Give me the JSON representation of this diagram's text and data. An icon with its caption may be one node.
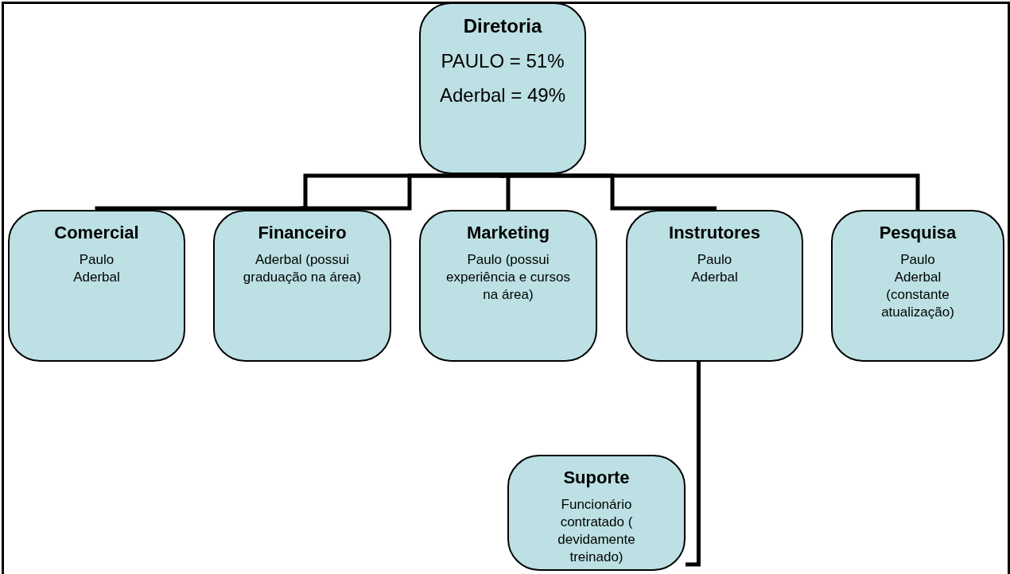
{
  "diagram": {
    "nodes": [
      {
        "text": [
          "Diretoria",
          "PAULO = 51%",
          "Aderbal = 49%"
        ]
      },
      {
        "text": [
          "Comercial",
          "Paulo",
          "Aderbal"
        ]
      },
      {
        "text": [
          "Financeiro",
          "Aderbal (possui graduação na área)"
        ]
      },
      {
        "text": [
          "Marketing",
          "Paulo (possui experiência e cursos na área)"
        ]
      },
      {
        "text": [
          "Instrutores",
          "Paulo",
          "Aderbal"
        ]
      },
      {
        "text": [
          "Pesquisa",
          "Paulo",
          "Aderbal",
          "(constante atualização)"
        ]
      },
      {
        "text": [
          "Suporte",
          "Funcionário contratado ( devidamente treinado)"
        ]
      }
    ],
    "edges": [
      {
        "from": 0,
        "to": 1,
        "arrow": "none"
      },
      {
        "from": 0,
        "to": 2,
        "arrow": "none"
      },
      {
        "from": 0,
        "to": 3,
        "arrow": "none"
      },
      {
        "from": 0,
        "to": 4,
        "arrow": "none"
      },
      {
        "from": 0,
        "to": 5,
        "arrow": "none"
      },
      {
        "from": 4,
        "to": 6,
        "arrow": "none"
      }
    ]
  }
}
